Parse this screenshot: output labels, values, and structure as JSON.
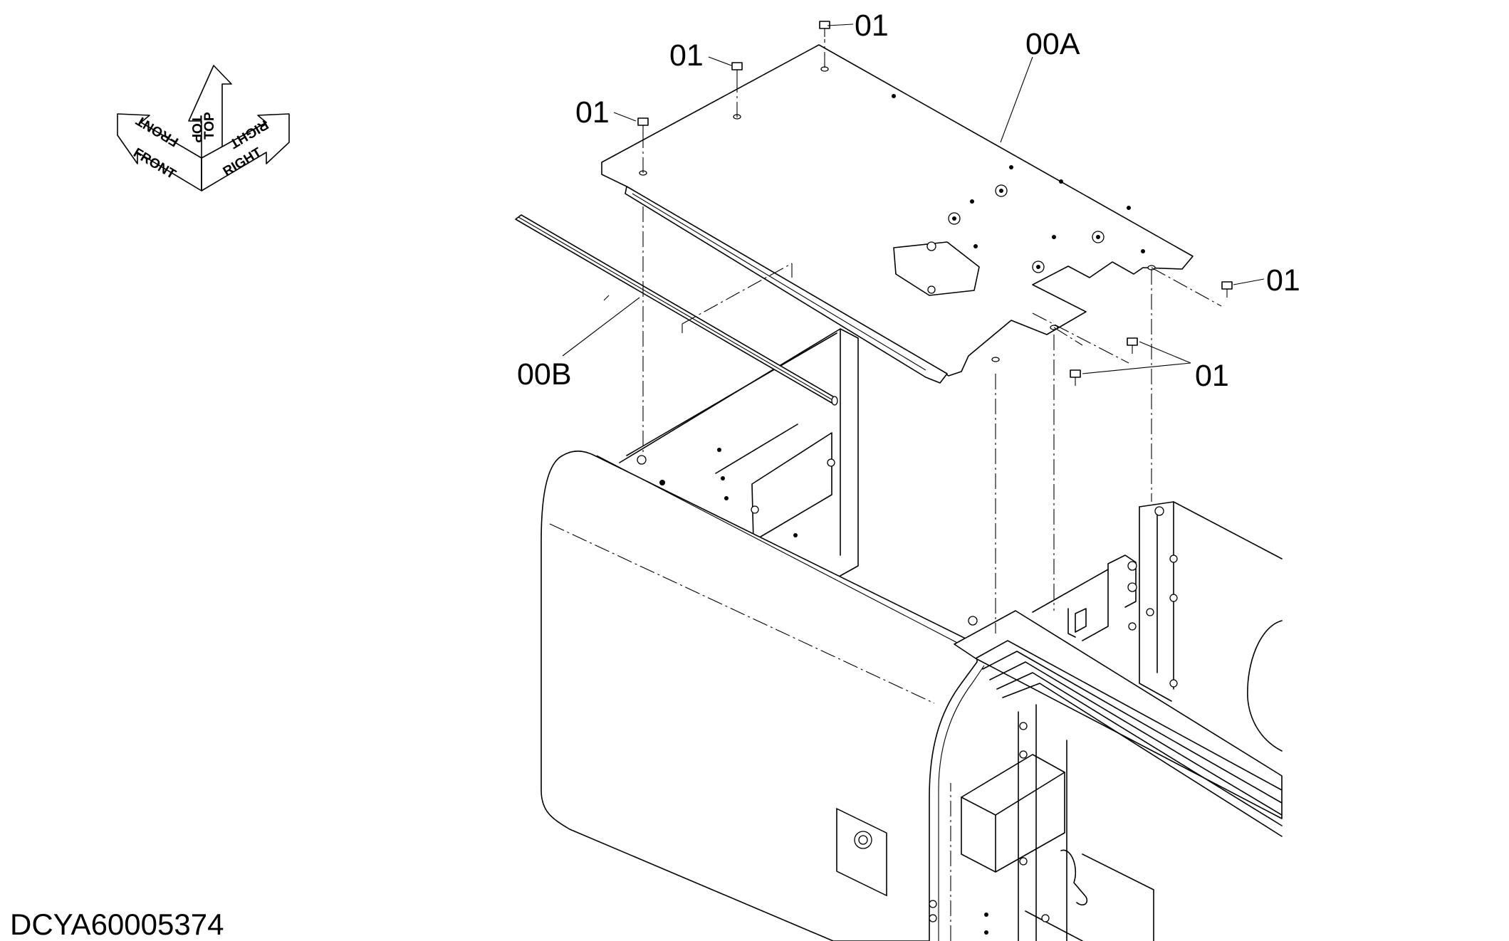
{
  "orientation": {
    "front_label": "FRONT",
    "top_label": "TOP",
    "right_label": "RIGHT"
  },
  "callouts": {
    "bolt": "01",
    "cover_plate": "00A",
    "seal_strip": "00B"
  },
  "drawing_id": "DCYA60005374"
}
